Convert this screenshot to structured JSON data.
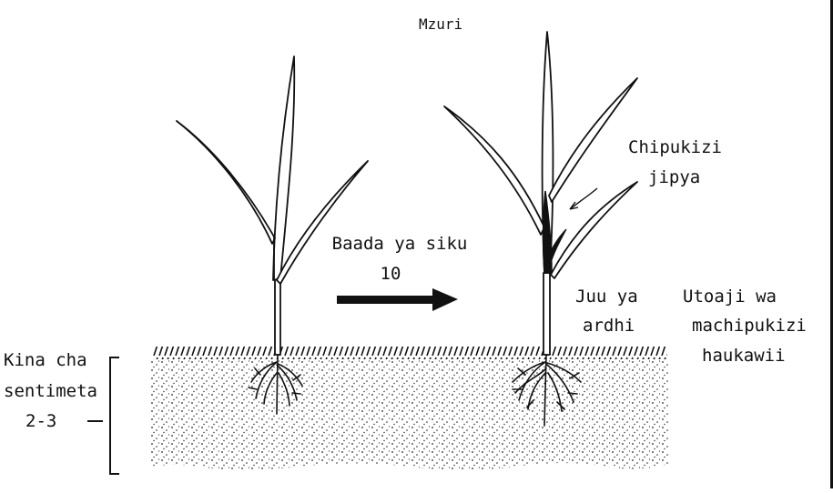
{
  "title": "Mzuri",
  "arrow_label": {
    "line1": "Baada ya siku",
    "line2": "10"
  },
  "new_tiller_label": {
    "line1": "Chipukizi",
    "line2": "jipya"
  },
  "above_ground_label": {
    "line1": "Juu ya",
    "line2": "ardhi"
  },
  "tillering_label": {
    "line1": "Utoaji wa",
    "line2": "machipukizi",
    "line3": "haukawii"
  },
  "depth_label": {
    "line1": "Kina cha",
    "line2": "sentimeta",
    "line3": "2-3"
  },
  "colors": {
    "ink": "#111111",
    "background": "#ffffff"
  }
}
